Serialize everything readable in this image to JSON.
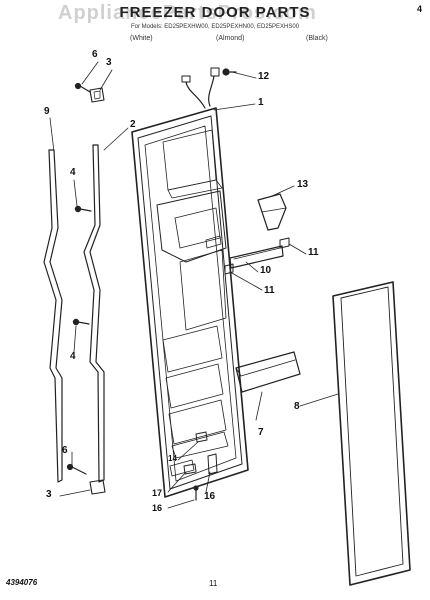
{
  "header": {
    "title": "FREEZER DOOR PARTS",
    "subtitle": "For Models: ED25PEXHW00, ED25PEXHN00, ED25PEXHS00",
    "variants": [
      "(White)",
      "(Almond)",
      "(Black)"
    ],
    "watermark": "AppliancePartsPros.com",
    "corner_mark": "4"
  },
  "callouts": {
    "c1": "1",
    "c2": "2",
    "c3a": "3",
    "c3b": "3",
    "c4a": "4",
    "c4b": "4",
    "c6a": "6",
    "c6b": "6",
    "c7": "7",
    "c8": "8",
    "c9": "9",
    "c10": "10",
    "c11a": "11",
    "c11b": "11",
    "c12": "12",
    "c13": "13",
    "c14": "14",
    "c16a": "16",
    "c16b": "16",
    "c17": "17"
  },
  "footer": {
    "part_number": "4394076",
    "page_number": "11"
  }
}
